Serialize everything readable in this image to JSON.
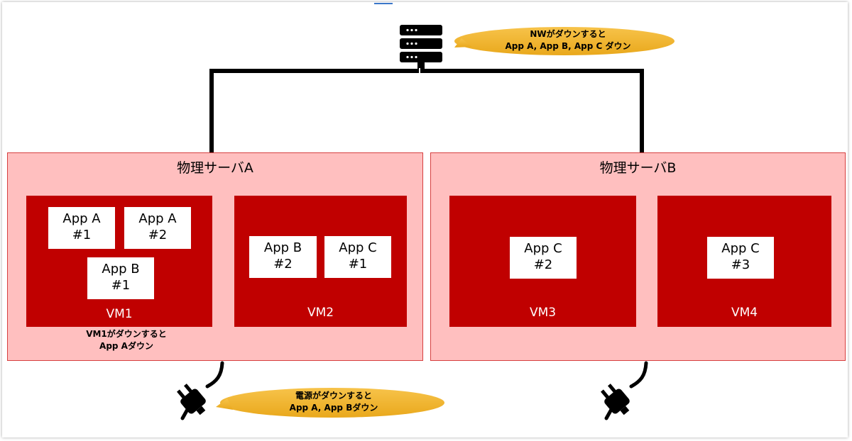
{
  "servers": [
    {
      "title": "物理サーバA"
    },
    {
      "title": "物理サーバB"
    }
  ],
  "vms": [
    {
      "label": "VM1"
    },
    {
      "label": "VM2"
    },
    {
      "label": "VM3"
    },
    {
      "label": "VM4"
    }
  ],
  "apps": [
    {
      "line1": "App A",
      "line2": "#1"
    },
    {
      "line1": "App A",
      "line2": "#2"
    },
    {
      "line1": "App B",
      "line2": "#1"
    },
    {
      "line1": "App B",
      "line2": "#2"
    },
    {
      "line1": "App C",
      "line2": "#1"
    },
    {
      "line1": "App C",
      "line2": "#2"
    },
    {
      "line1": "App C",
      "line2": "#3"
    }
  ],
  "callouts": {
    "network": {
      "line1": "NWがダウンすると",
      "line2": "App A, App B, App C ダウン"
    },
    "vm1": {
      "line1": "VM1がダウンすると",
      "line2": "App Aダウン"
    },
    "power": {
      "line1": "電源がダウンすると",
      "line2": "App A, App Bダウン"
    }
  },
  "colors": {
    "server_fill": "#ffbfbf",
    "server_border": "#d64040",
    "vm_fill": "#c00000",
    "callout_fill": "#f2b630"
  },
  "icons": [
    "network-server-icon",
    "power-plug-icon"
  ]
}
